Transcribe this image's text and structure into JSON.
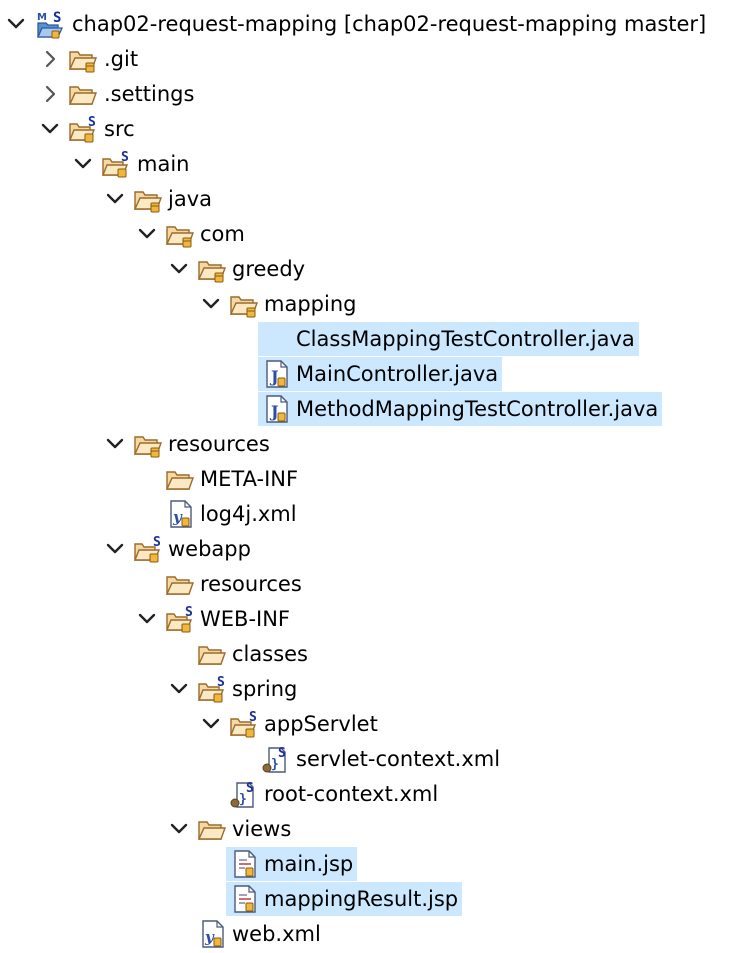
{
  "project": {
    "name": "chap02-request-mapping",
    "repo_suffix": "[chap02-request-mapping master]"
  },
  "tree": {
    "git": ".git",
    "settings": ".settings",
    "src": "src",
    "main": "main",
    "java": "java",
    "com": "com",
    "greedy": "greedy",
    "mapping": "mapping",
    "class_mapping_file": "ClassMappingTestController.java",
    "main_controller_file": "MainController.java",
    "method_mapping_file": "MethodMappingTestController.java",
    "resources": "resources",
    "meta_inf": "META-INF",
    "log4j_file": "log4j.xml",
    "webapp": "webapp",
    "webapp_resources": "resources",
    "web_inf": "WEB-INF",
    "classes": "classes",
    "spring": "spring",
    "app_servlet": "appServlet",
    "servlet_context_file": "servlet-context.xml",
    "root_context_file": "root-context.xml",
    "views": "views",
    "main_jsp_file": "main.jsp",
    "mapping_result_jsp_file": "mappingResult.jsp",
    "web_xml_file": "web.xml"
  },
  "icons": {
    "folder": "folder-icon",
    "spring_folder": "spring-folder-icon",
    "package": "package-folder-icon",
    "java_file": "java-file-icon",
    "xml_file": "xml-file-icon",
    "spring_xml_file": "spring-xml-file-icon",
    "jsp_file": "jsp-file-icon",
    "project": "maven-spring-project-icon"
  },
  "colors": {
    "selection": "#cce8ff",
    "folder_fill": "#f4d9a4",
    "folder_stroke": "#9c6a2a",
    "spring_badge": "#1a2f9e",
    "java_badge": "#2a4da8",
    "chevron": "#222222"
  }
}
